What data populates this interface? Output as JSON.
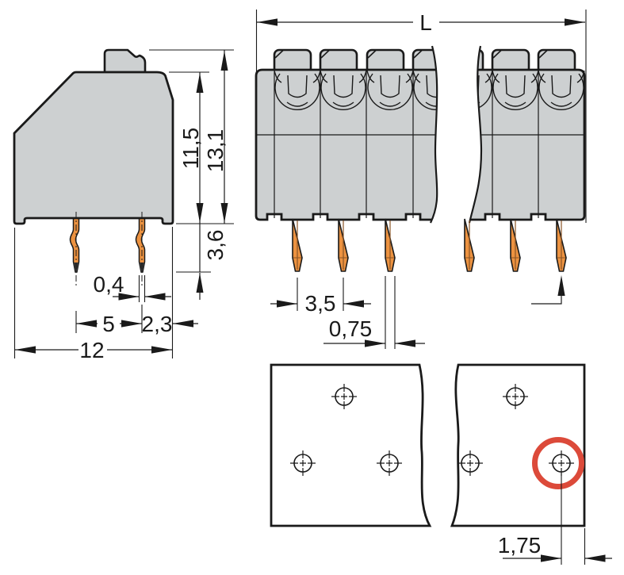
{
  "drawing_type": "terminal-block-dimensional-drawing",
  "colors": {
    "housing_gray": "#CDD0D1",
    "pin_orange": "#EC9240",
    "outline": "#1a1a1a",
    "highlight_red": "#DC4A3A"
  },
  "side_view": {
    "dims": {
      "body_height": "11,5",
      "total_height": "13,1",
      "pin_length": "3,6",
      "pin_width": "0,4",
      "pin_spacing": "5",
      "pin_to_edge": "2,3",
      "depth": "12"
    }
  },
  "front_view": {
    "dims": {
      "total_length": "L",
      "pole_pitch": "3,5",
      "pin_width": "0,75"
    }
  },
  "drill_plan": {
    "dims": {
      "hole_to_edge": "1,75"
    }
  }
}
